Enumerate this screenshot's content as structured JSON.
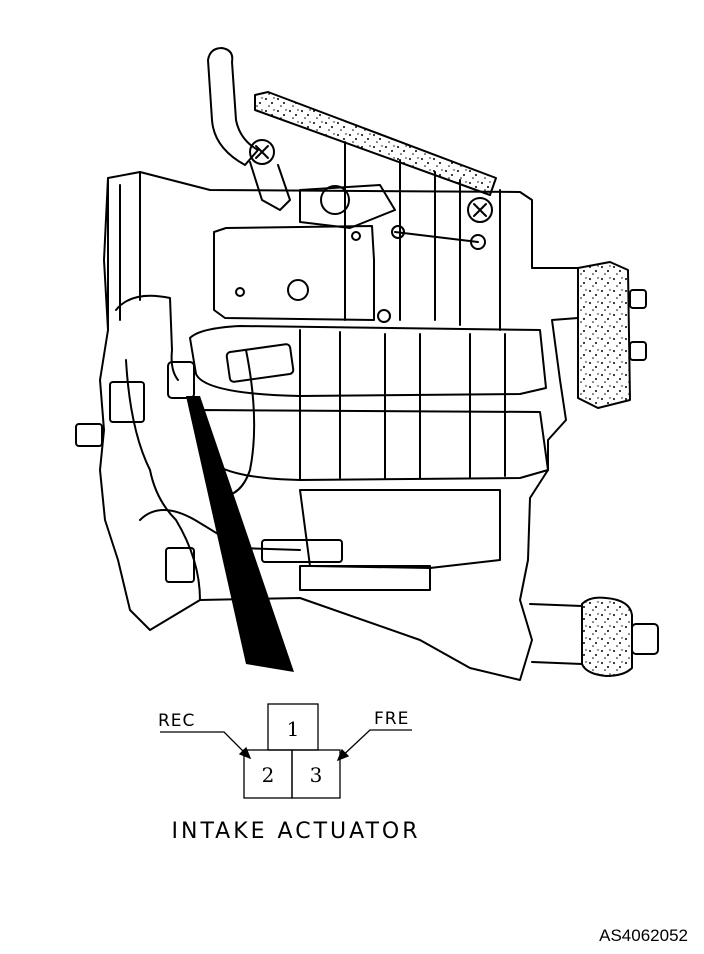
{
  "connector": {
    "pins": [
      {
        "number": "1"
      },
      {
        "number": "2"
      },
      {
        "number": "3"
      }
    ],
    "callouts": {
      "left": "REC",
      "right": "FRE"
    },
    "caption": "INTAKE ACTUATOR"
  },
  "figure_id": "AS4062052"
}
